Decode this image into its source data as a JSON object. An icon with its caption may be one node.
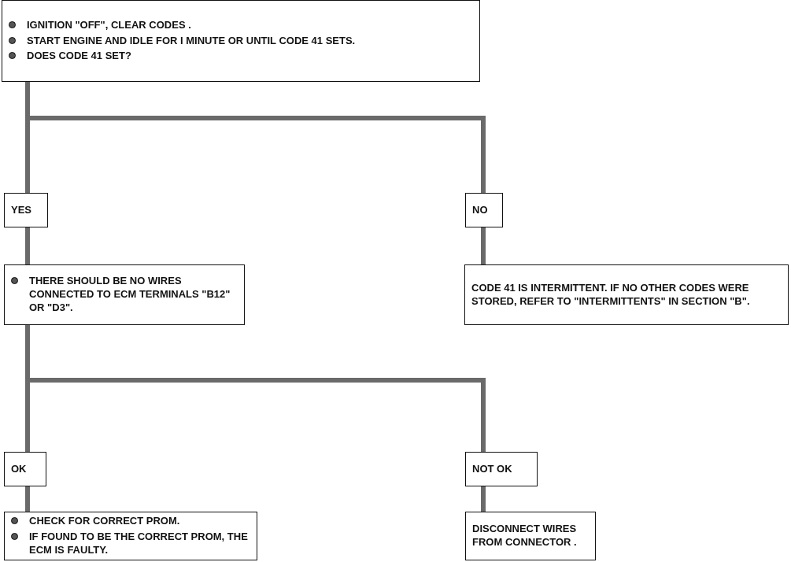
{
  "diagram": {
    "nodes": [
      {
        "text": [
          "IGNITION \"OFF\", CLEAR CODES .",
          "START ENGINE AND IDLE FOR I MINUTE OR UNTIL CODE 41 SETS.",
          "DOES CODE 41 SET?"
        ]
      },
      {
        "text": [
          "YES"
        ]
      },
      {
        "text": [
          "NO"
        ]
      },
      {
        "text": [
          "THERE SHOULD BE NO WIRES CONNECTED TO ECM TERMINALS \"B12\" OR \"D3\"."
        ]
      },
      {
        "text": [
          "CODE 41 IS INTERMITTENT. IF NO OTHER CODES WERE STORED, REFER TO \"INTERMITTENTS\" IN SECTION \"B\"."
        ]
      },
      {
        "text": [
          "OK"
        ]
      },
      {
        "text": [
          "NOT OK"
        ]
      },
      {
        "text": [
          "CHECK FOR CORRECT PROM.",
          "IF FOUND TO BE THE CORRECT PROM, THE ECM IS FAULTY."
        ]
      },
      {
        "text": [
          "DISCONNECT WIRES FROM CONNECTOR ."
        ]
      }
    ],
    "edges": [
      {
        "from": 0,
        "to": 1,
        "arrow": "none"
      },
      {
        "from": 0,
        "to": 2,
        "arrow": "none"
      },
      {
        "from": 1,
        "to": 3,
        "arrow": "none"
      },
      {
        "from": 2,
        "to": 4,
        "arrow": "none"
      },
      {
        "from": 3,
        "to": 5,
        "arrow": "none"
      },
      {
        "from": 3,
        "to": 6,
        "arrow": "none"
      },
      {
        "from": 5,
        "to": 7,
        "arrow": "none"
      },
      {
        "from": 6,
        "to": 8,
        "arrow": "none"
      }
    ]
  }
}
